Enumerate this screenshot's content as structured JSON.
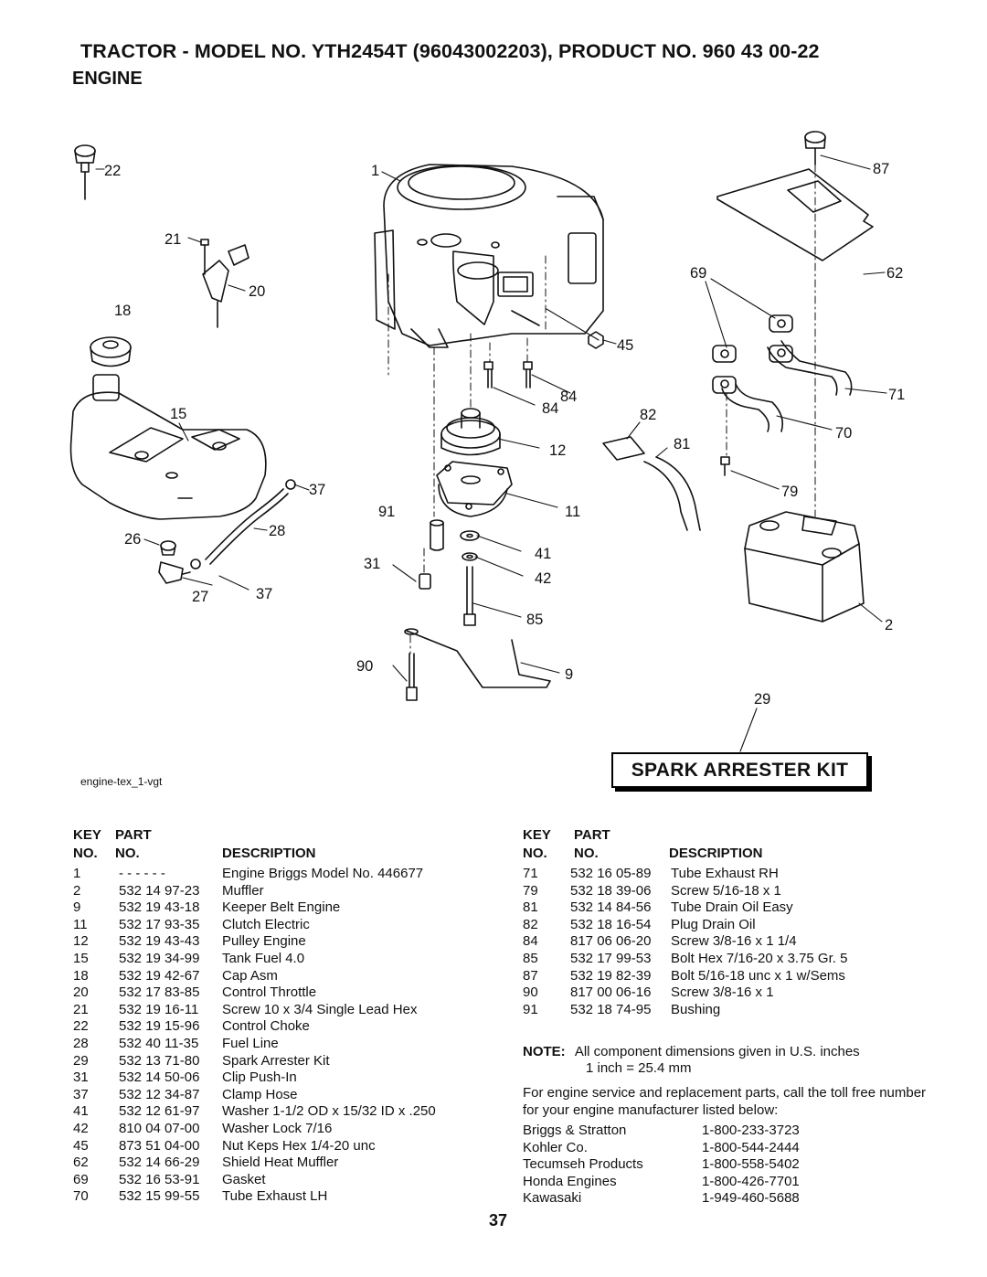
{
  "header": {
    "title": "TRACTOR - MODEL NO. YTH2454T (96043002203), PRODUCT NO. 960 43 00-22",
    "section": "ENGINE"
  },
  "diagram": {
    "callouts": [
      "22",
      "21",
      "20",
      "18",
      "15",
      "37",
      "26",
      "28",
      "27",
      "37",
      "1",
      "91",
      "31",
      "90",
      "9",
      "12",
      "11",
      "41",
      "42",
      "85",
      "84",
      "84",
      "45",
      "82",
      "81",
      "87",
      "62",
      "69",
      "71",
      "70",
      "79",
      "2",
      "29"
    ],
    "drawing_ref": "engine-tex_1-vgt",
    "kit_label": "SPARK ARRESTER KIT"
  },
  "table_header": {
    "key": "KEY",
    "part": "PART",
    "no1": "NO.",
    "no2": "NO.",
    "description": "DESCRIPTION"
  },
  "parts_left": [
    {
      "key": "1",
      "part": "- - - - - -",
      "desc": "Engine Briggs Model No. 446677"
    },
    {
      "key": "2",
      "part": "532 14 97-23",
      "desc": "Muffler"
    },
    {
      "key": "9",
      "part": "532 19 43-18",
      "desc": "Keeper Belt Engine"
    },
    {
      "key": "11",
      "part": "532 17 93-35",
      "desc": "Clutch Electric"
    },
    {
      "key": "12",
      "part": "532 19 43-43",
      "desc": "Pulley Engine"
    },
    {
      "key": "15",
      "part": "532 19 34-99",
      "desc": "Tank Fuel 4.0"
    },
    {
      "key": "18",
      "part": "532 19 42-67",
      "desc": "Cap Asm"
    },
    {
      "key": "20",
      "part": "532 17 83-85",
      "desc": "Control Throttle"
    },
    {
      "key": "21",
      "part": "532 19 16-11",
      "desc": "Screw 10 x 3/4 Single Lead Hex"
    },
    {
      "key": "22",
      "part": "532 19 15-96",
      "desc": "Control Choke"
    },
    {
      "key": "28",
      "part": "532 40 11-35",
      "desc": "Fuel Line"
    },
    {
      "key": "29",
      "part": "532 13 71-80",
      "desc": "Spark Arrester Kit"
    },
    {
      "key": "31",
      "part": "532 14 50-06",
      "desc": "Clip Push-In"
    },
    {
      "key": "37",
      "part": "532 12 34-87",
      "desc": "Clamp Hose"
    },
    {
      "key": "41",
      "part": "532 12 61-97",
      "desc": "Washer 1-1/2 OD x 15/32 ID x .250"
    },
    {
      "key": "42",
      "part": "810 04 07-00",
      "desc": "Washer Lock 7/16"
    },
    {
      "key": "45",
      "part": "873 51 04-00",
      "desc": "Nut Keps Hex 1/4-20 unc"
    },
    {
      "key": "62",
      "part": "532 14 66-29",
      "desc": "Shield Heat Muffler"
    },
    {
      "key": "69",
      "part": "532 16 53-91",
      "desc": "Gasket"
    },
    {
      "key": "70",
      "part": "532 15 99-55",
      "desc": "Tube Exhaust LH"
    }
  ],
  "parts_right": [
    {
      "key": "71",
      "part": "532 16 05-89",
      "desc": "Tube Exhaust RH"
    },
    {
      "key": "79",
      "part": "532 18 39-06",
      "desc": "Screw 5/16-18 x 1"
    },
    {
      "key": "81",
      "part": "532 14 84-56",
      "desc": "Tube Drain Oil Easy"
    },
    {
      "key": "82",
      "part": "532 18 16-54",
      "desc": "Plug Drain Oil"
    },
    {
      "key": "84",
      "part": "817 06 06-20",
      "desc": "Screw 3/8-16 x 1 1/4"
    },
    {
      "key": "85",
      "part": "532 17 99-53",
      "desc": "Bolt Hex 7/16-20 x 3.75 Gr. 5"
    },
    {
      "key": "87",
      "part": "532 19 82-39",
      "desc": "Bolt 5/16-18 unc x 1 w/Sems"
    },
    {
      "key": "90",
      "part": "817 00 06-16",
      "desc": "Screw 3/8-16 x 1"
    },
    {
      "key": "91",
      "part": "532 18 74-95",
      "desc": "Bushing"
    }
  ],
  "note": {
    "label": "NOTE:",
    "line1": "All component dimensions given in U.S. inches",
    "line2": "1 inch = 25.4 mm"
  },
  "service_text": "For engine service and replacement parts, call the toll free number for your engine manufacturer listed below:",
  "manufacturers": [
    {
      "name": "Briggs & Stratton",
      "phone": "1-800-233-3723"
    },
    {
      "name": "Kohler Co.",
      "phone": "1-800-544-2444"
    },
    {
      "name": "Tecumseh Products",
      "phone": "1-800-558-5402"
    },
    {
      "name": "Honda Engines",
      "phone": "1-800-426-7701"
    },
    {
      "name": "Kawasaki",
      "phone": "1-949-460-5688"
    }
  ],
  "page_number": "37"
}
